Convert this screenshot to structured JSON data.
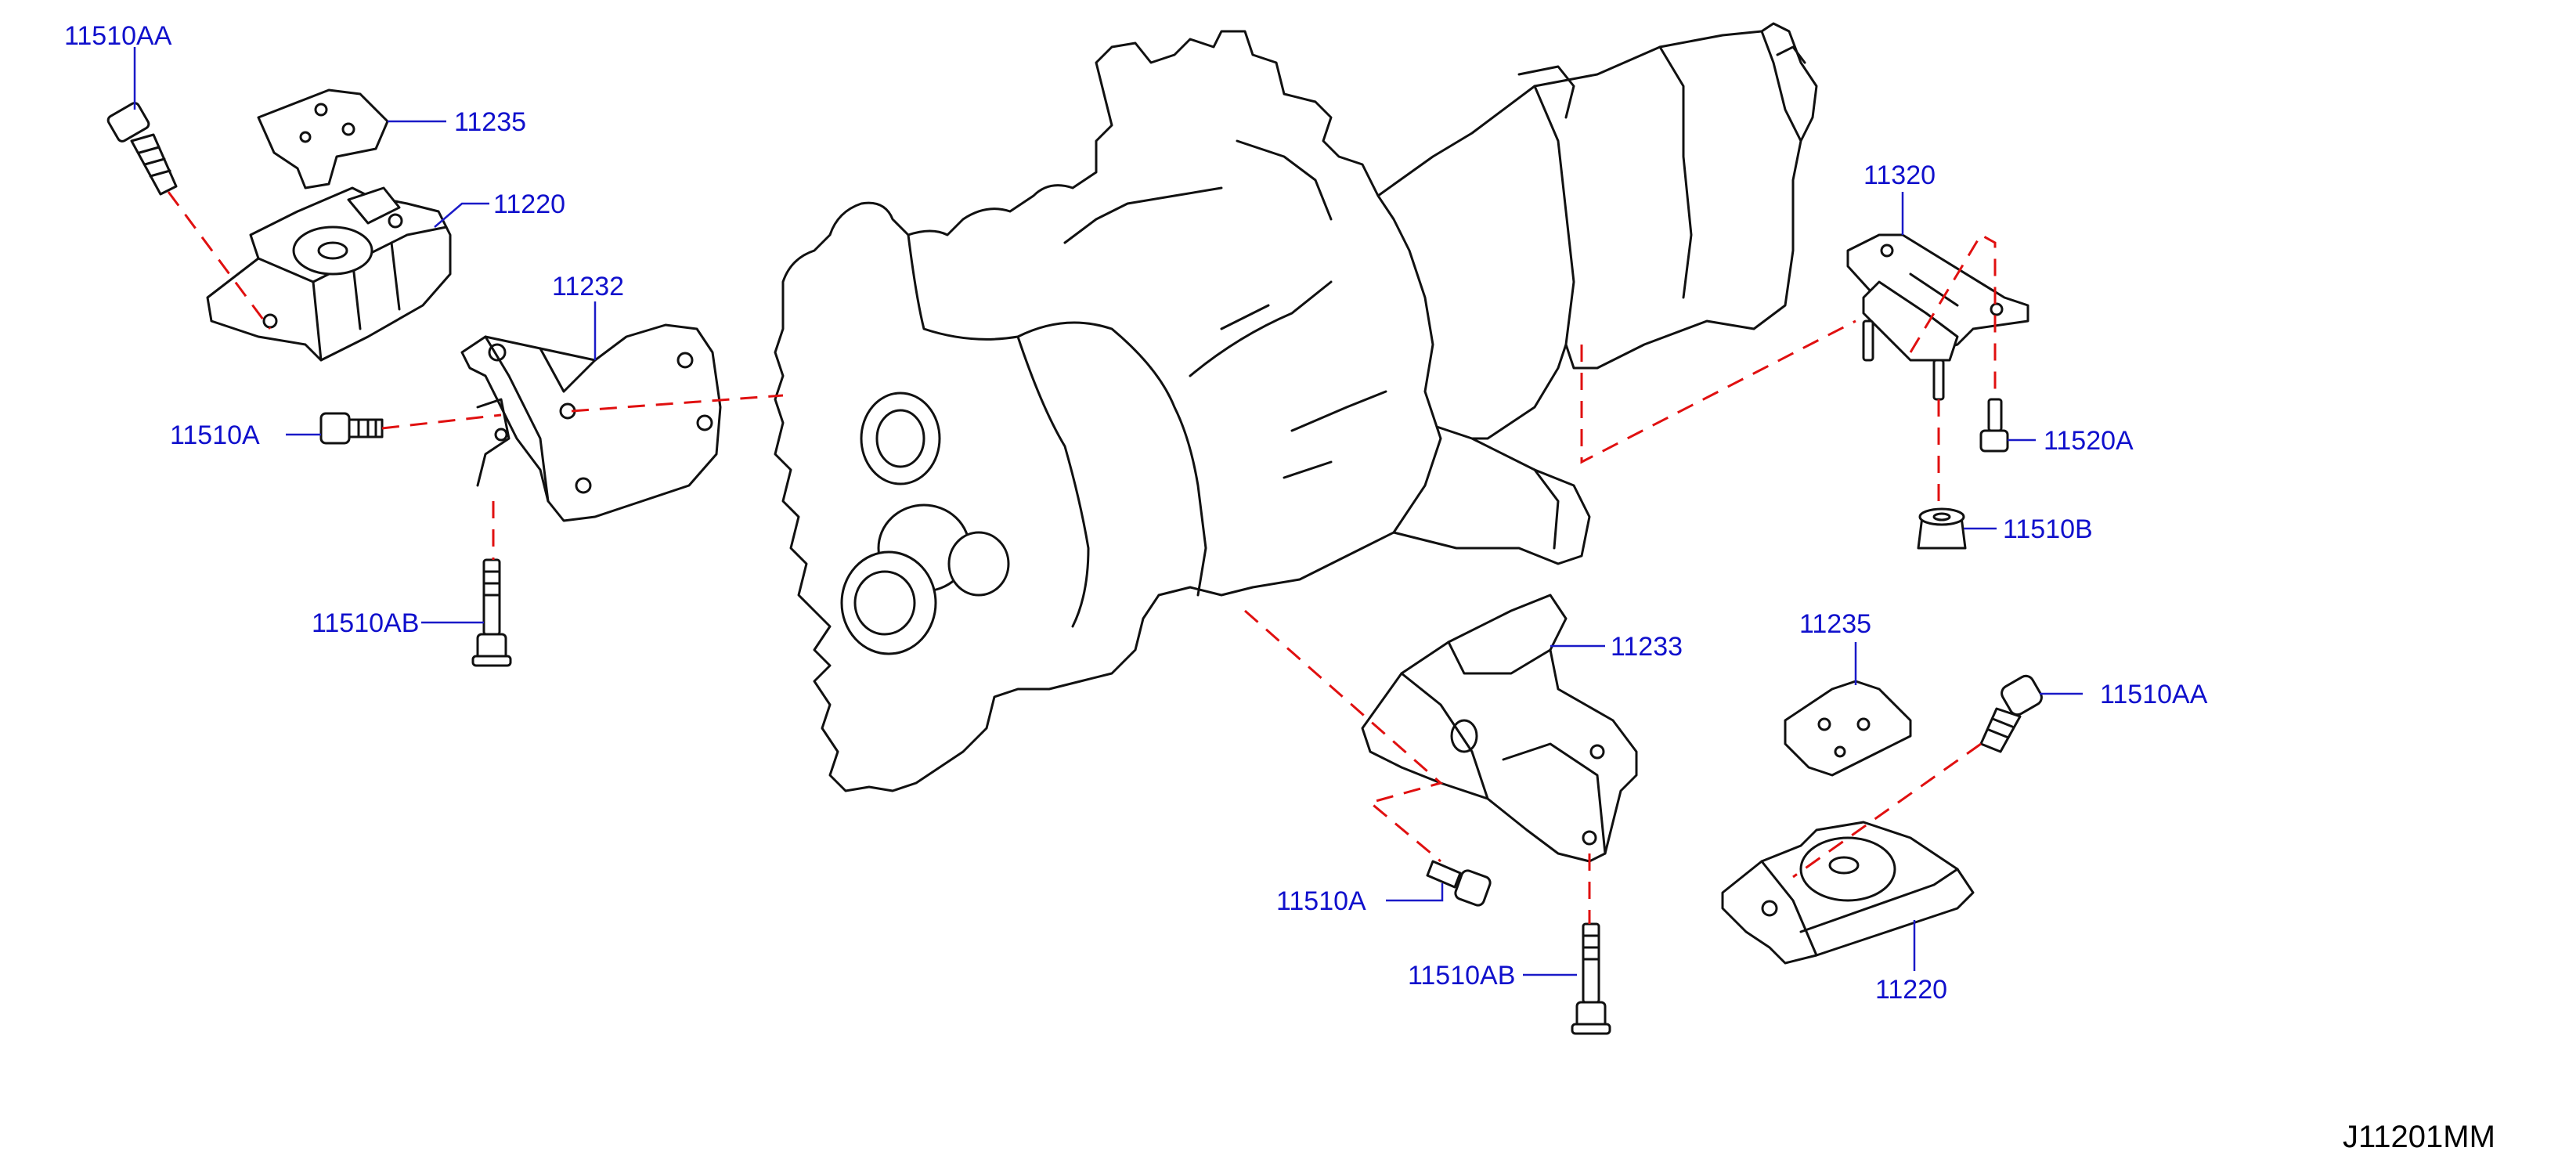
{
  "labels": {
    "bolt_11510AA_left": "11510AA",
    "insulator_11235_left": "11235",
    "mount_11220_left": "11220",
    "bracket_11232": "11232",
    "bolt_11510A_left": "11510A",
    "bolt_11510AB_left": "11510AB",
    "mount_11320": "11320",
    "bolt_11520A": "11520A",
    "nut_11510B": "11510B",
    "bracket_11233": "11233",
    "insulator_11235_right": "11235",
    "bolt_11510AA_right": "11510AA",
    "bolt_11510A_right": "11510A",
    "bolt_11510AB_right": "11510AB",
    "mount_11220_right": "11220"
  },
  "diagram_code": "J11201MM",
  "colors": {
    "label": "#1010cc",
    "leader": "#1a1ac8",
    "dash": "#e01010",
    "outline": "#111111"
  }
}
